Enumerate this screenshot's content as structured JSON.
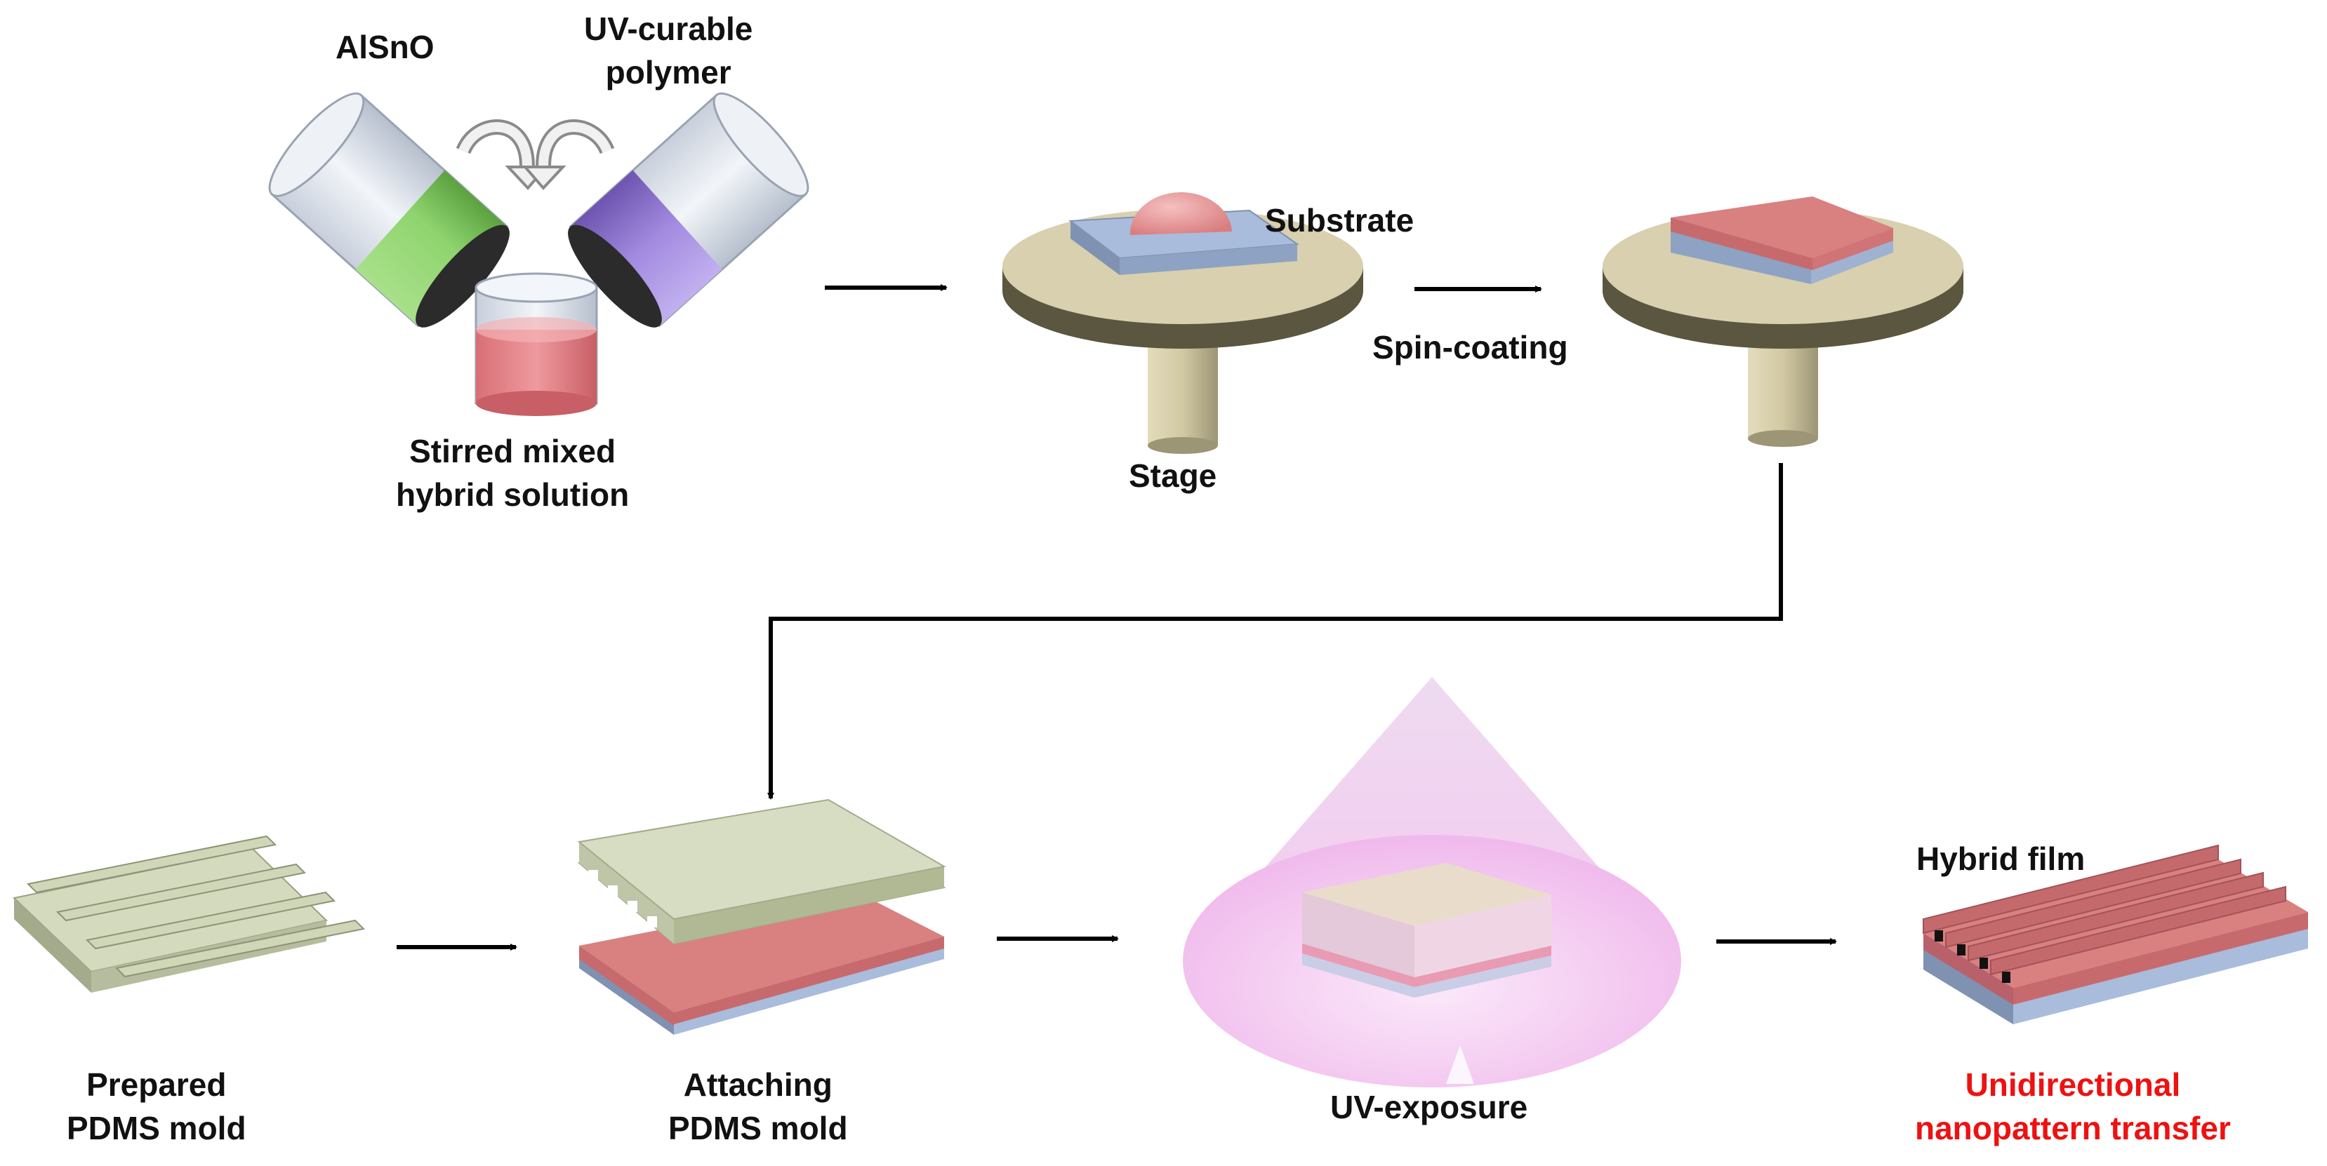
{
  "labels": {
    "alsno": "AlSnO",
    "uv_polymer_line1": "UV-curable",
    "uv_polymer_line2": "polymer",
    "stirred_line1": "Stirred mixed",
    "stirred_line2": "hybrid solution",
    "substrate": "Substrate",
    "stage": "Stage",
    "spin_coating": "Spin-coating",
    "prepared_line1": "Prepared",
    "prepared_line2": "PDMS mold",
    "attaching_line1": "Attaching",
    "attaching_line2": "PDMS mold",
    "uv_exposure": "UV-exposure",
    "hybrid_film": "Hybrid film",
    "transfer_line1": "Unidirectional",
    "transfer_line2": "nanopattern transfer"
  },
  "colors": {
    "alsno_liquid": "#8fd46f",
    "polymer_liquid": "#9b7fd6",
    "hybrid_solution": "#e07f84",
    "beaker_glass": "#dfe5ee",
    "stage_top": "#d8d0ae",
    "stage_side": "#8a8468",
    "substrate_blue": "#a9bcdc",
    "film_pink": "#d98080",
    "pdms_green": "#cfd7b8",
    "uv_cone": "#f2c6ef",
    "arrow": "#000000",
    "highlight_text": "#ee1111"
  }
}
